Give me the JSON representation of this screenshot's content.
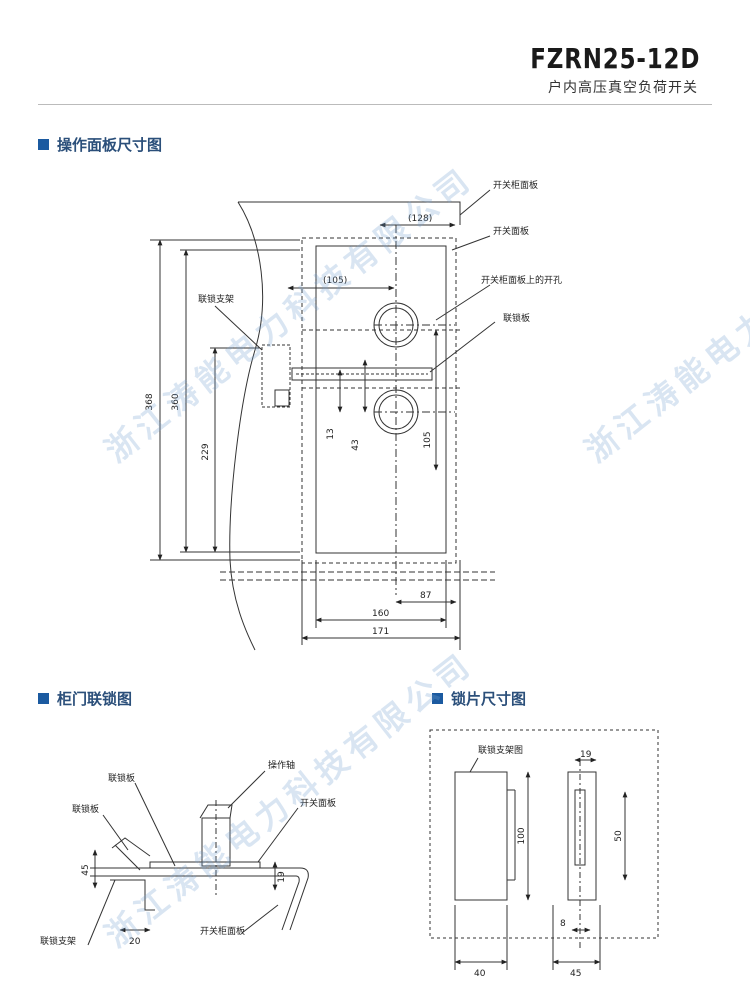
{
  "header": {
    "model": "FZRN25-12D",
    "subtitle": "户内高压真空负荷开关"
  },
  "sections": {
    "panel": "操作面板尺寸图",
    "interlock": "柜门联锁图",
    "lock": "锁片尺寸图"
  },
  "panel_diagram": {
    "labels": {
      "cabinet_panel": "开关柜面板",
      "switch_panel": "开关面板",
      "cabinet_hole": "开关柜面板上的开孔",
      "interlock_plate": "联锁板",
      "interlock_bracket": "联锁支架"
    },
    "dims": {
      "d128": "(128)",
      "d105": "(105)",
      "d368": "368",
      "d360": "360",
      "d229": "229",
      "d13": "13",
      "d43": "43",
      "d105v": "105",
      "d160": "160",
      "d87": "87",
      "d171": "171"
    }
  },
  "interlock_diagram": {
    "labels": {
      "plate1": "联锁板",
      "plate2": "联锁板",
      "shaft": "操作轴",
      "switch_panel": "开关面板",
      "bracket": "联锁支架",
      "cabinet_panel": "开关柜面板"
    },
    "dims": {
      "d45": "45",
      "d20": "20",
      "d19": "19"
    }
  },
  "lock_diagram": {
    "labels": {
      "bracket_view": "联锁支架图"
    },
    "dims": {
      "d19": "19",
      "d100": "100",
      "d50": "50",
      "d8": "8",
      "d40": "40",
      "d45": "45"
    }
  },
  "watermark": {
    "text": "浙江涛能电力科技有限公司"
  }
}
